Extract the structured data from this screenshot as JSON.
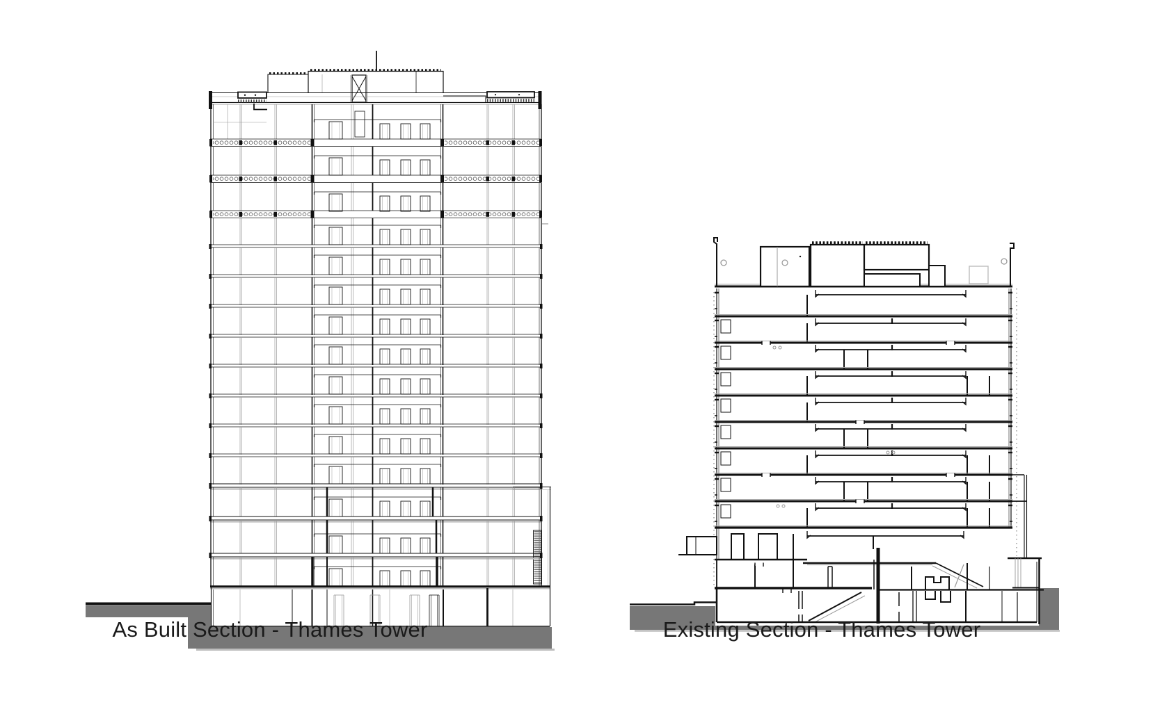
{
  "figure": {
    "background": "#ffffff",
    "panels": [
      {
        "id": "as-built",
        "caption": "As Built Section - Thames Tower"
      },
      {
        "id": "existing",
        "caption": "Existing Section - Thames Tower"
      }
    ]
  },
  "colors": {
    "line": "#111111",
    "ground": "#777777",
    "ground-light": "#bdbdbd",
    "construction": "#999999",
    "text": "#1a1a1a"
  }
}
